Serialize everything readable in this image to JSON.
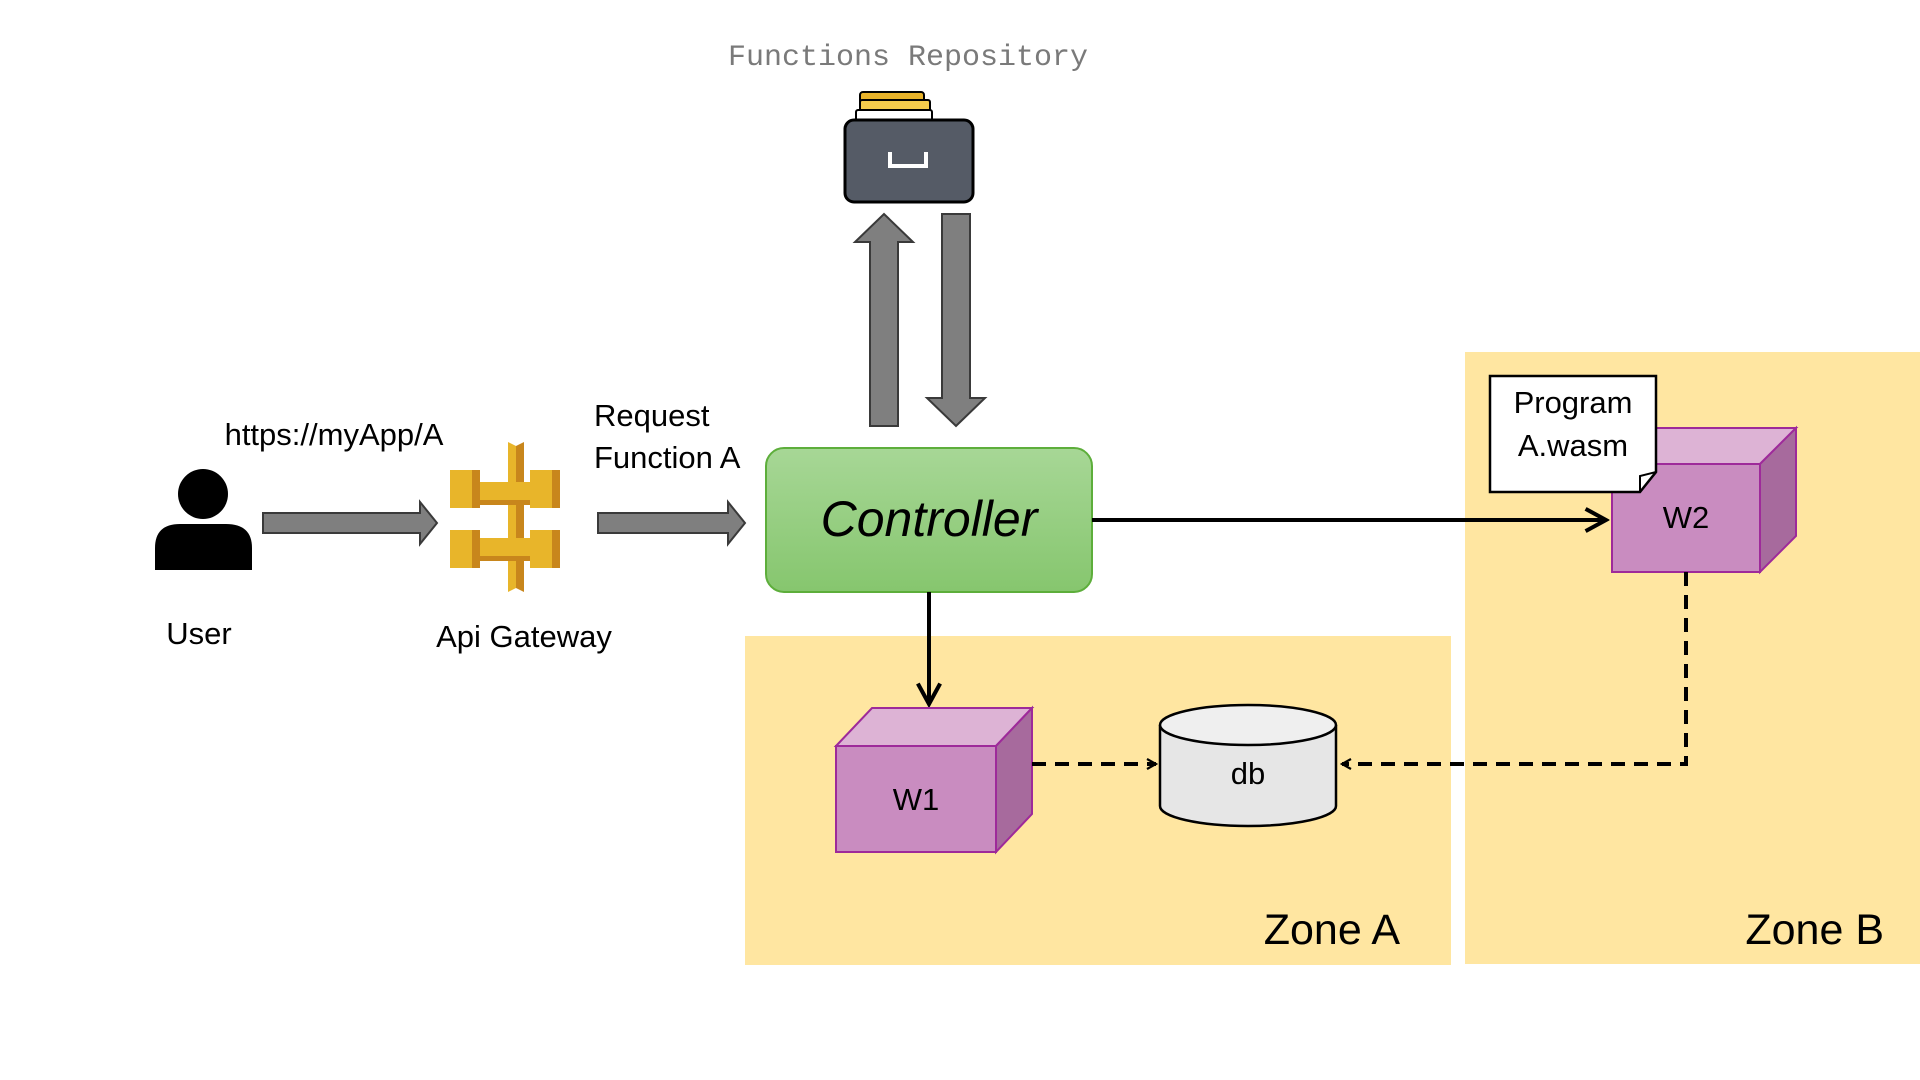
{
  "repository": {
    "title": "Functions Repository"
  },
  "user": {
    "label": "User",
    "url": "https://myApp/A"
  },
  "gateway": {
    "label": "Api Gateway"
  },
  "request": {
    "line1": "Request",
    "line2": "Function A"
  },
  "controller": {
    "label": "Controller"
  },
  "zone_a": {
    "label": "Zone A",
    "worker": "W1",
    "db": "db"
  },
  "zone_b": {
    "label": "Zone B",
    "worker": "W2",
    "note_line1": "Program",
    "note_line2": "A.wasm"
  },
  "colors": {
    "zone_fill": "#FFE6A1",
    "controller_fill": "#93CB7D",
    "controller_border": "#5DAE3B",
    "worker_front": "#C98CC0",
    "worker_top": "#DDB3D5",
    "worker_side": "#A76A9D",
    "worker_border": "#9E2A9A",
    "gray_arrow": "#7F7F7F",
    "gateway_gold": "#E8B52A",
    "gateway_dark": "#C8861C"
  },
  "icons": [
    "person-icon",
    "api-gateway-icon",
    "file-cabinet-icon",
    "cube-icon",
    "cylinder-icon"
  ]
}
